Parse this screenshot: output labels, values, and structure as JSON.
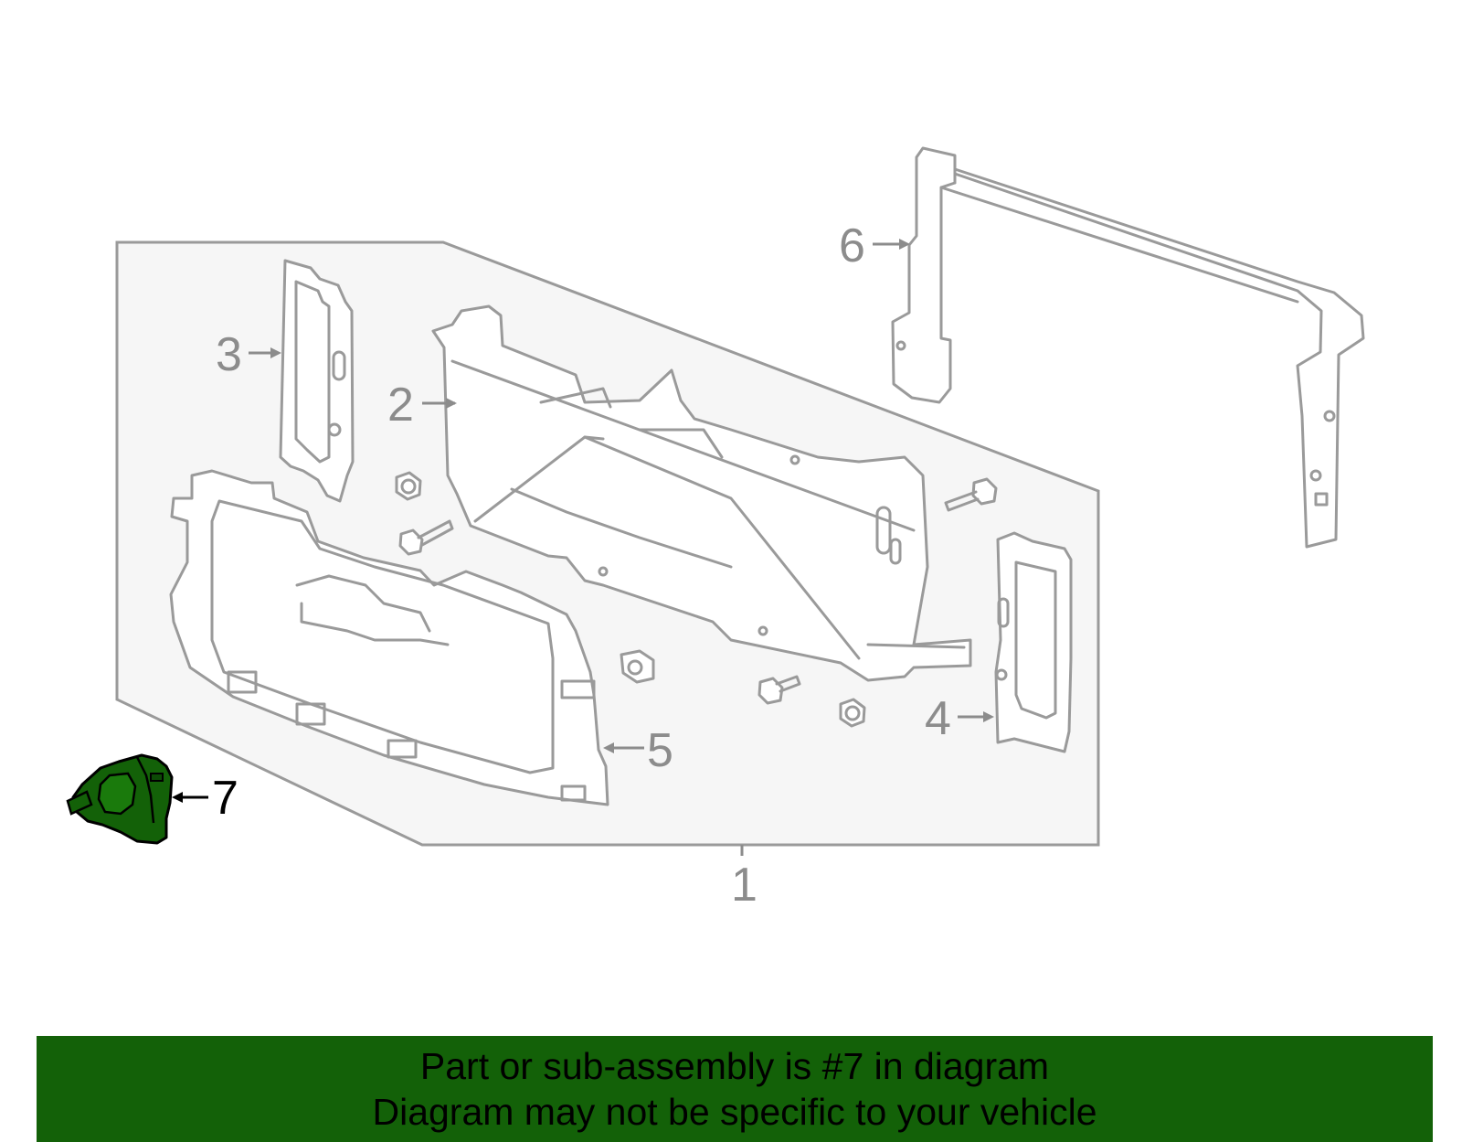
{
  "diagram": {
    "callouts": [
      {
        "id": "1",
        "label": "1",
        "highlighted": false
      },
      {
        "id": "2",
        "label": "2",
        "highlighted": false
      },
      {
        "id": "3",
        "label": "3",
        "highlighted": false
      },
      {
        "id": "4",
        "label": "4",
        "highlighted": false
      },
      {
        "id": "5",
        "label": "5",
        "highlighted": false
      },
      {
        "id": "6",
        "label": "6",
        "highlighted": false
      },
      {
        "id": "7",
        "label": "7",
        "highlighted": true
      }
    ]
  },
  "banner": {
    "line1": "Part or sub-assembly is #7 in diagram",
    "line2": "Diagram may not be specific to your vehicle",
    "background": "#136108"
  },
  "colors": {
    "highlight_part": "#136108",
    "assembly_panel": "#f6f6f6",
    "line_art": "#9a9a9a"
  }
}
